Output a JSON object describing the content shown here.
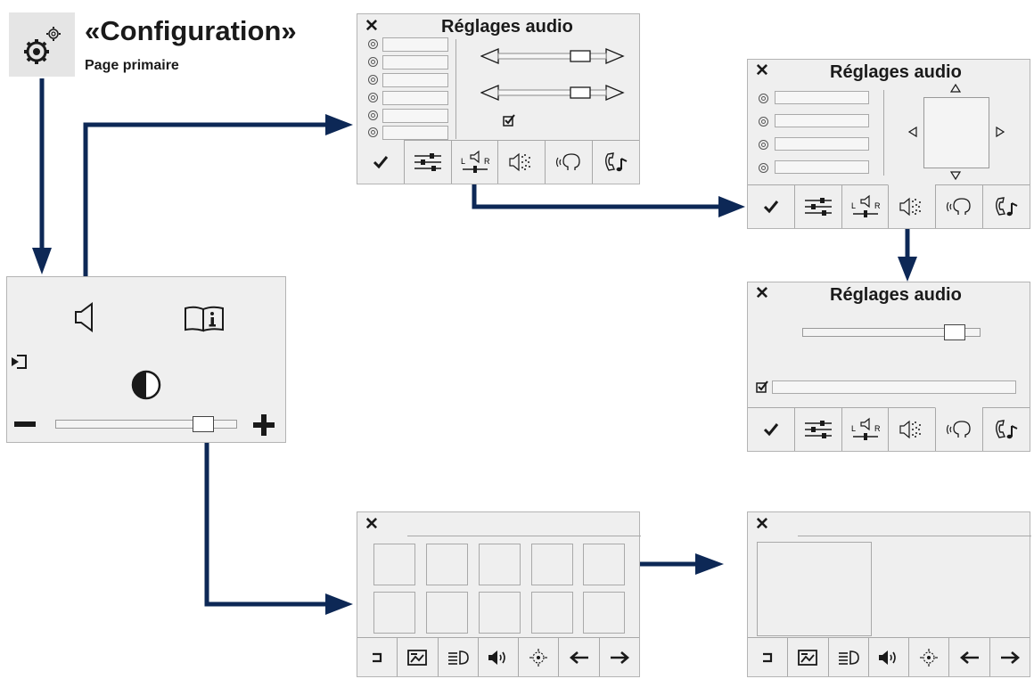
{
  "header": {
    "title": "«Configuration»",
    "subtitle": "Page primaire",
    "icon": "settings-gears-icon"
  },
  "primary_page": {
    "icons": [
      "speaker-icon",
      "info-book-icon",
      "exit-door-icon",
      "contrast-icon",
      "minus-icon",
      "plus-icon"
    ],
    "brightness_level": 0.86
  },
  "audio_settings": {
    "title": "Réglages audio",
    "close": "✕",
    "tabs": [
      "checkmark-icon",
      "equalizer-icon",
      "balance-lr-icon",
      "speaker-spray-icon",
      "voice-icon",
      "phone-music-icon"
    ],
    "tab_left": "L",
    "tab_right": "R"
  },
  "gallery_page": {
    "close": "✕",
    "toolbar": [
      "back-icon",
      "image-icon",
      "headlight-icon",
      "volume-icon",
      "target-icon",
      "arrow-left-icon",
      "arrow-right-icon"
    ]
  },
  "colors": {
    "arrow": "#0d2856",
    "panel": "#efefef",
    "border": "#b4b4b4"
  }
}
